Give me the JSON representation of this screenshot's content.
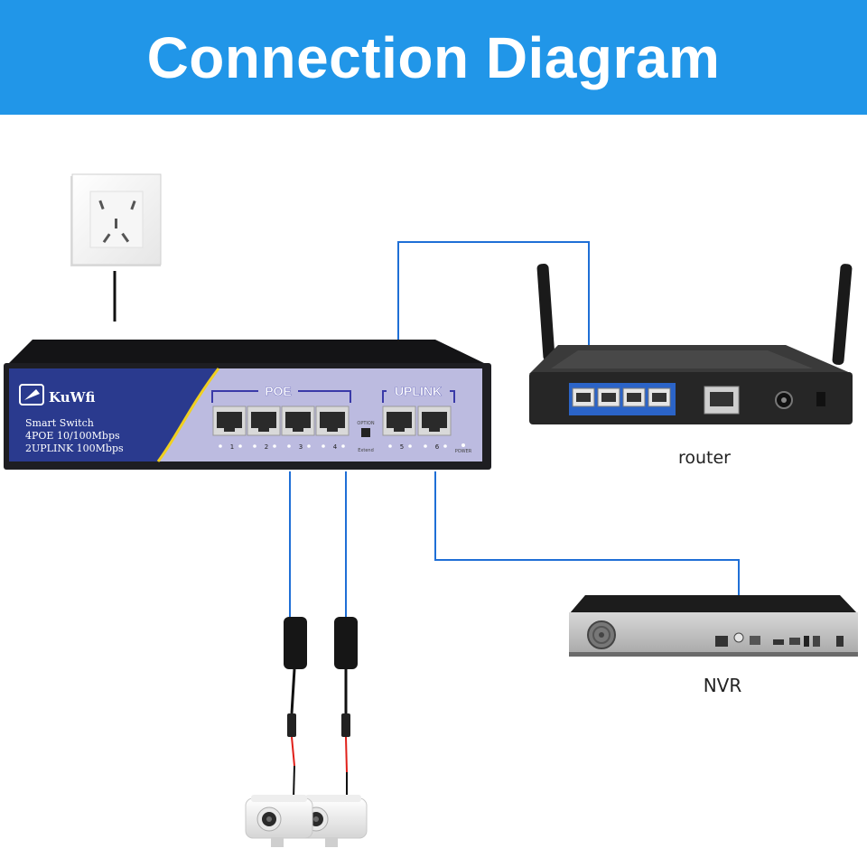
{
  "header": {
    "title": "Connection Diagram"
  },
  "switch": {
    "brand": "KuWfi",
    "line1": "Smart Switch",
    "line2": "4POE 10/100Mbps",
    "line3": "2UPLINK 100Mbps",
    "poe_label": "POE",
    "uplink_label": "UPLINK",
    "port_numbers": [
      "1",
      "2",
      "3",
      "4",
      "5",
      "6"
    ],
    "option_label": "OPTION",
    "extend_label": "Extend",
    "power_label": "POWER"
  },
  "devices": {
    "router_label": "router",
    "nvr_label": "NVR"
  },
  "colors": {
    "header_bg": "#2196e8",
    "cable_blue": "#1f6fd6",
    "cable_red": "#e0201a",
    "switch_body": "#1e1e22",
    "switch_panel": "#bcbbe0"
  }
}
